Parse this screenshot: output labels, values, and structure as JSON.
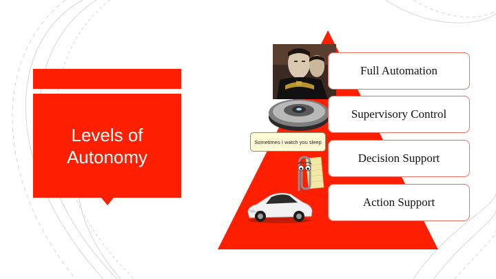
{
  "slide": {
    "title": "Levels of Autonomy",
    "accent_color": "#fe1e00",
    "pyramid_color": "#fe1e00",
    "box_border_color": "#f06a5e"
  },
  "levels": [
    {
      "label": "Full Automation",
      "icon": "android-officer-photo"
    },
    {
      "label": "Supervisory Control",
      "icon": "robot-vacuum-photo"
    },
    {
      "label": "Decision Support",
      "icon": "paperclip-assistant-photo"
    },
    {
      "label": "Action Support",
      "icon": "electric-car-photo"
    }
  ],
  "assistant_bubble": {
    "text": "Sometimes I watch you sleep"
  }
}
